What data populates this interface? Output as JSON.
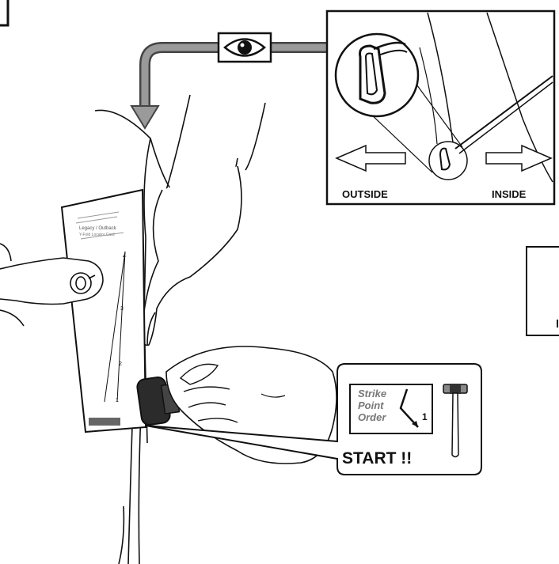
{
  "inset": {
    "label_left": "OUTSIDE",
    "label_right": "INSIDE",
    "arrow_left_icon": "left-arrow-icon",
    "arrow_right_icon": "right-arrow-icon",
    "magnifier_icon": "zoom-circle-icon"
  },
  "callout": {
    "start_label": "START !!",
    "strike_point_order": [
      "Strike",
      "Point",
      "Order"
    ],
    "strike_number": "1",
    "hammer_icon": "hammer-icon"
  },
  "tool_card": {
    "marker_numbers": [
      "4",
      "3",
      "2",
      "1"
    ]
  },
  "direction_arrow_icon": "eye-icon",
  "colors": {
    "line": "#111111",
    "arrow_fill": "#9a9a9a",
    "arrow_stroke": "#444444",
    "mallet": "#2b2b2b"
  }
}
